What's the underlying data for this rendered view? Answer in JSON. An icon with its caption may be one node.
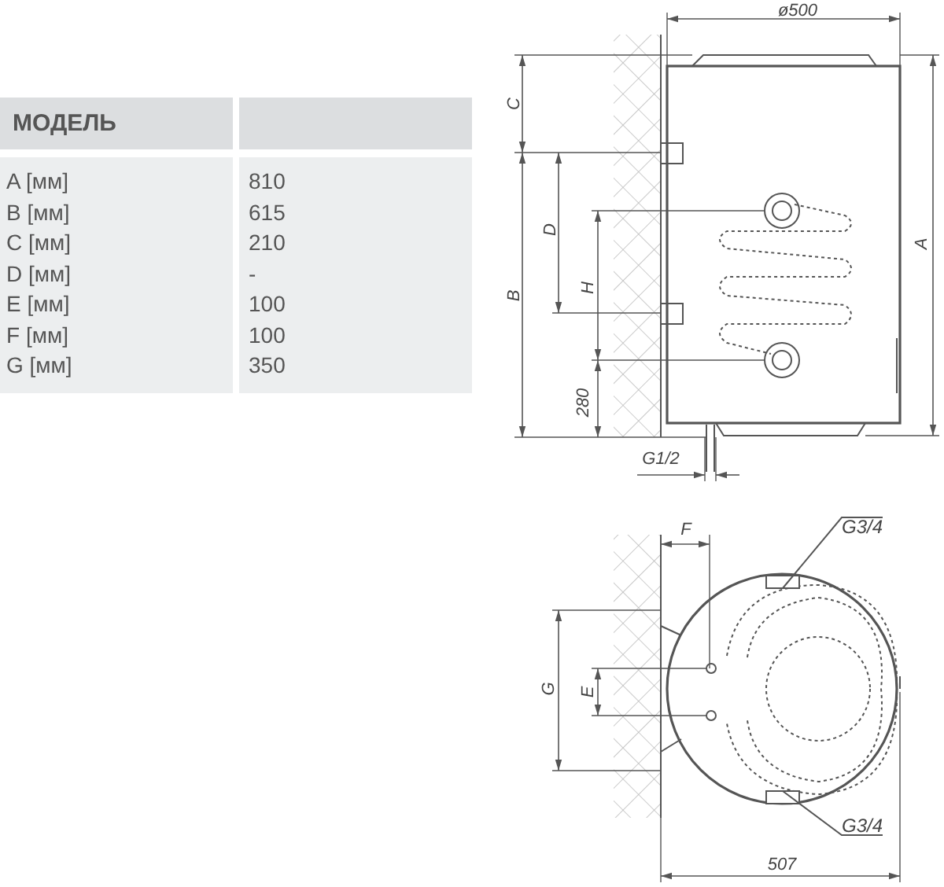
{
  "diagram": {
    "nodes": [
      {
        "text": [
          "G3/4"
        ]
      },
      {
        "text": [],
        "shape": "box"
      },
      {
        "text": [
          "G3/4"
        ]
      },
      {
        "text": [],
        "shape": "box"
      }
    ],
    "edges": [
      {
        "from": 0,
        "to": 1,
        "arrow": "none"
      },
      {
        "from": 2,
        "to": 3,
        "arrow": "none"
      }
    ],
    "labels": [
      "МОДЕЛЬ",
      "A [мм]",
      "810",
      "B [мм]",
      "615",
      "C [мм]",
      "210",
      "D [мм]",
      "-",
      "E [мм]",
      "100",
      "F [мм]",
      "100",
      "G [мм]",
      "350",
      "ø500",
      "C",
      "A",
      "D",
      "H",
      "B",
      "280",
      "G1/2",
      "F",
      "G",
      "E",
      "507"
    ]
  }
}
